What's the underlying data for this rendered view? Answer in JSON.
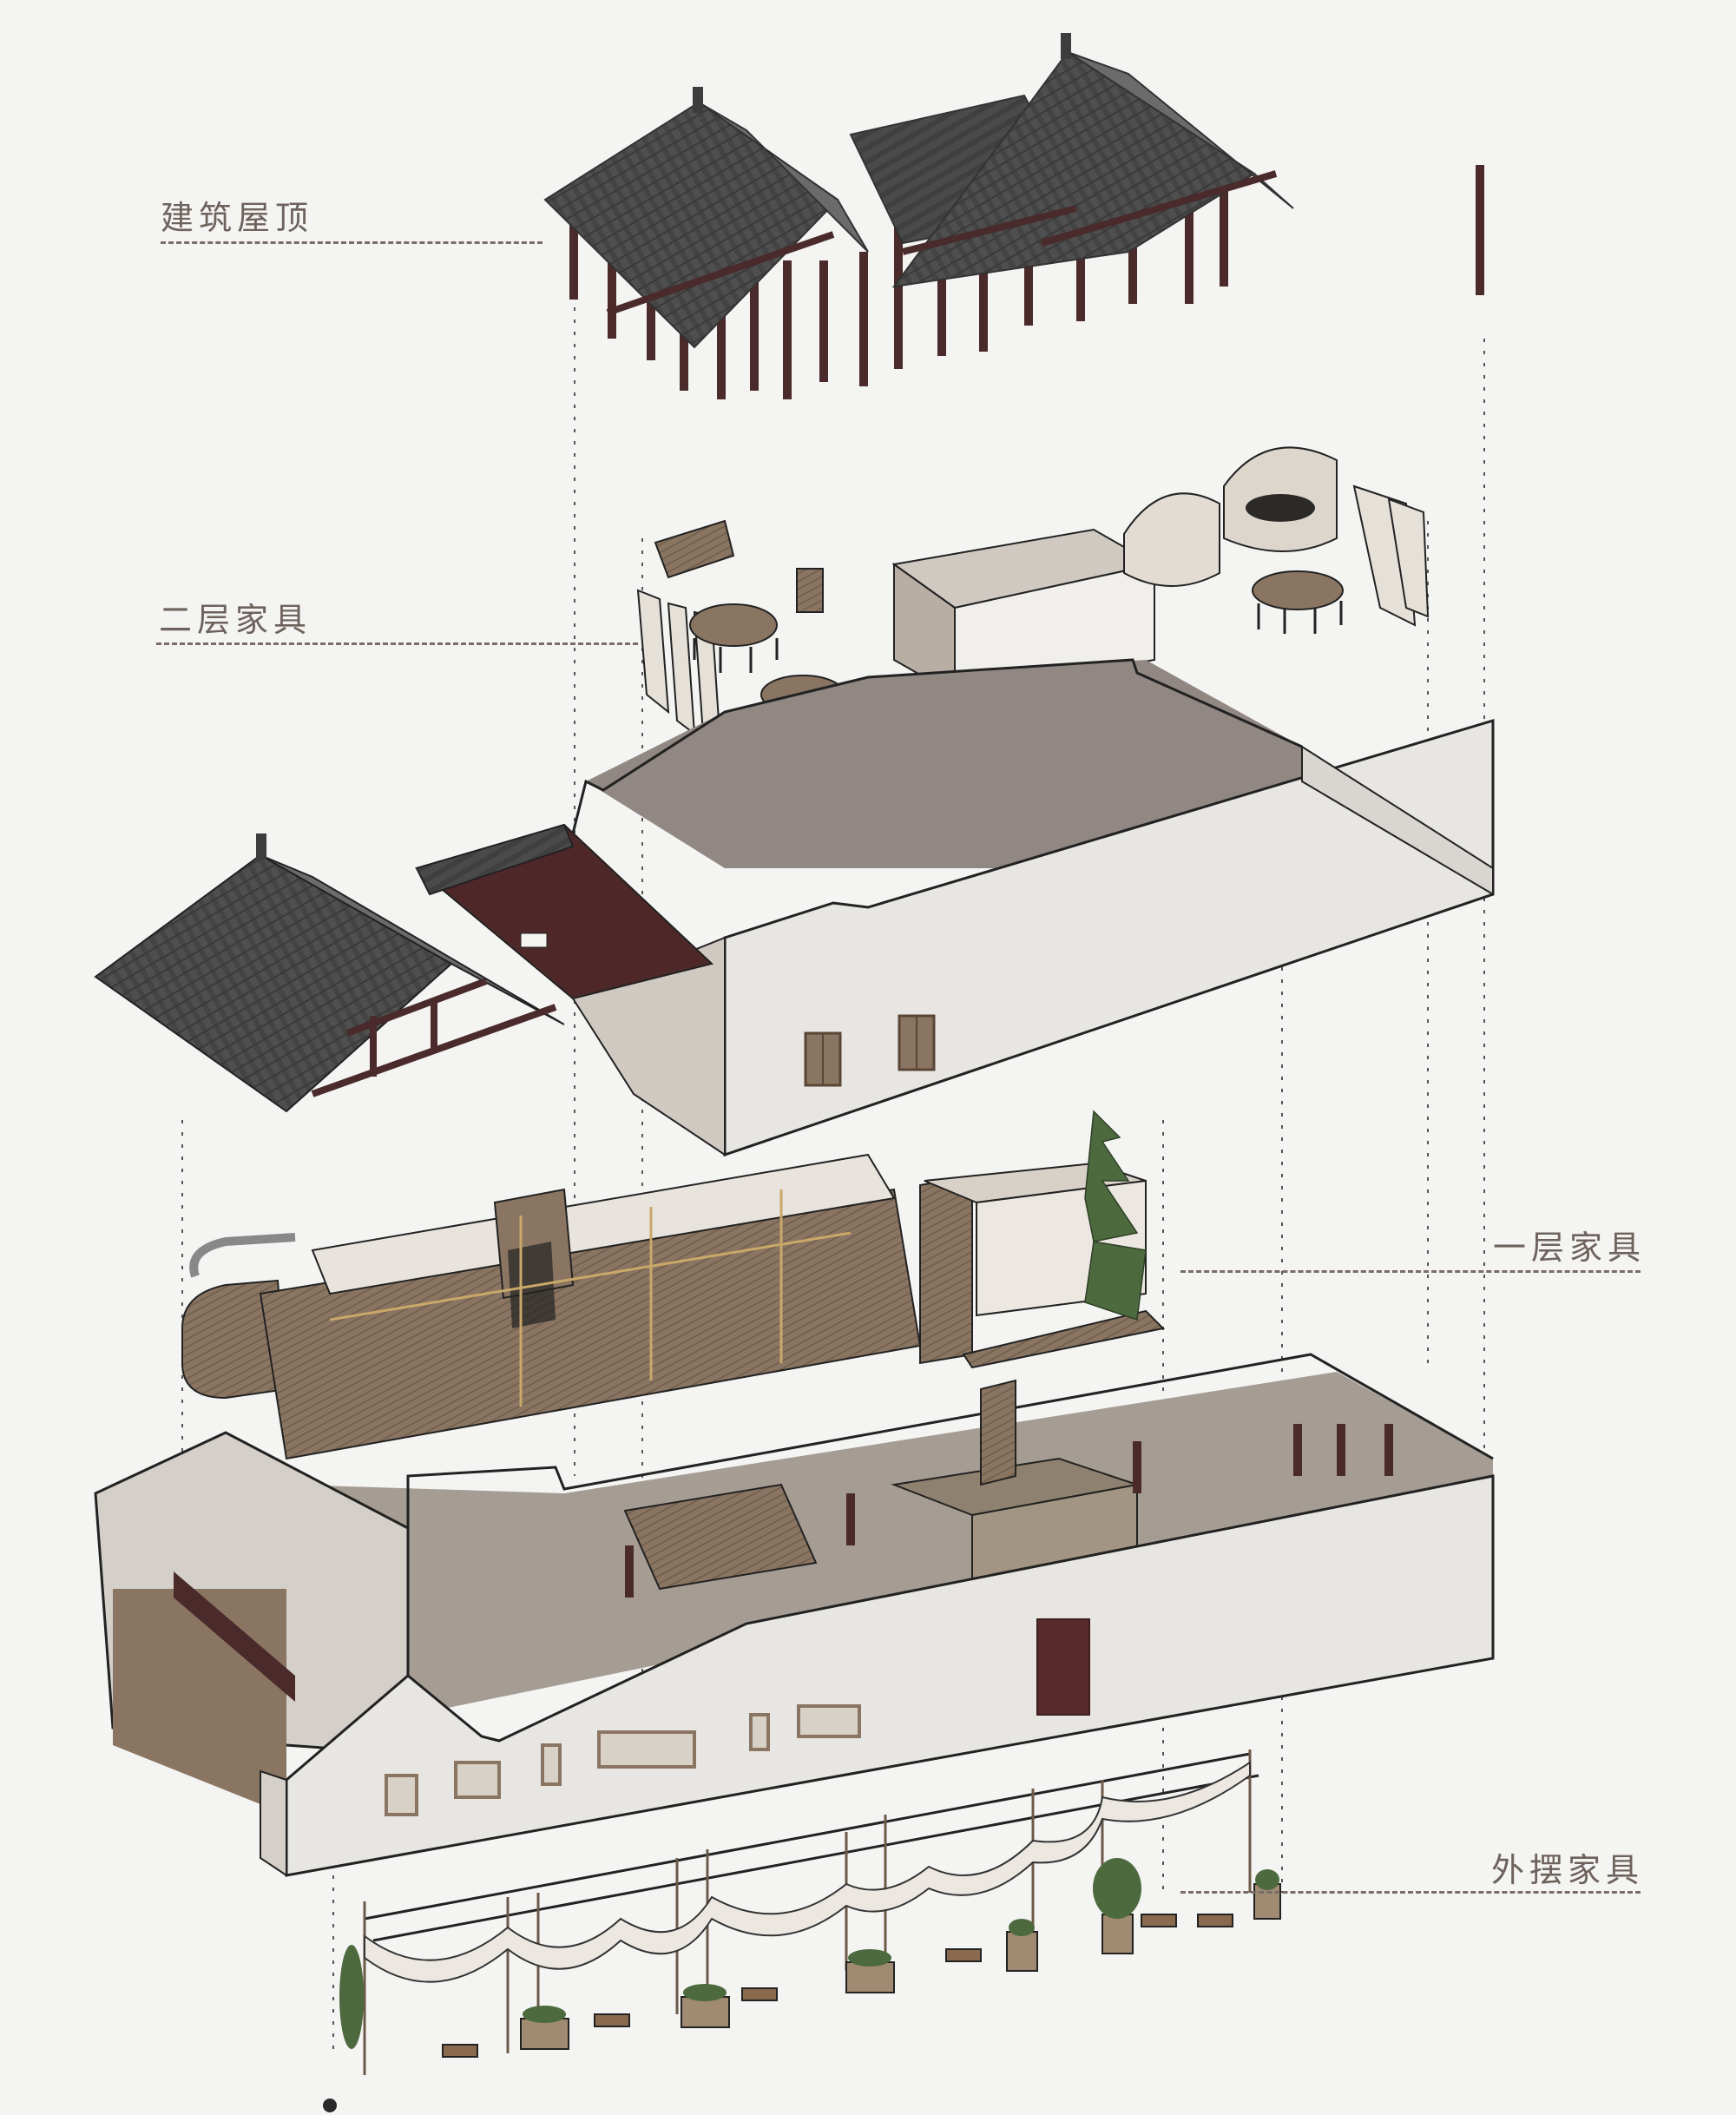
{
  "diagram": {
    "type": "exploded-axonometric",
    "background": "#f4f4f3",
    "label_color": "#6e625d",
    "leader_color": "#7a6c66",
    "layers": [
      {
        "id": "roof",
        "label": "建筑屋顶",
        "side": "left"
      },
      {
        "id": "second-floor-furniture",
        "label": "二层家具",
        "side": "left"
      },
      {
        "id": "second-floor-shell",
        "label": "",
        "side": "none"
      },
      {
        "id": "first-floor-furniture",
        "label": "一层家具",
        "side": "right"
      },
      {
        "id": "first-floor-shell",
        "label": "",
        "side": "none"
      },
      {
        "id": "outdoor-furniture",
        "label": "外摆家具",
        "side": "right"
      }
    ],
    "colors": {
      "roof_tile": "#4f4f50",
      "roof_tile_dark": "#3d3d3e",
      "timber_column": "#4a2a2a",
      "wall_white": "#e7e6e3",
      "wall_interior": "#928883",
      "wood": "#8a7562",
      "canvas_fabric": "#ece8e1",
      "plant": "#4d6a3f",
      "door": "#5a2b2b"
    }
  }
}
